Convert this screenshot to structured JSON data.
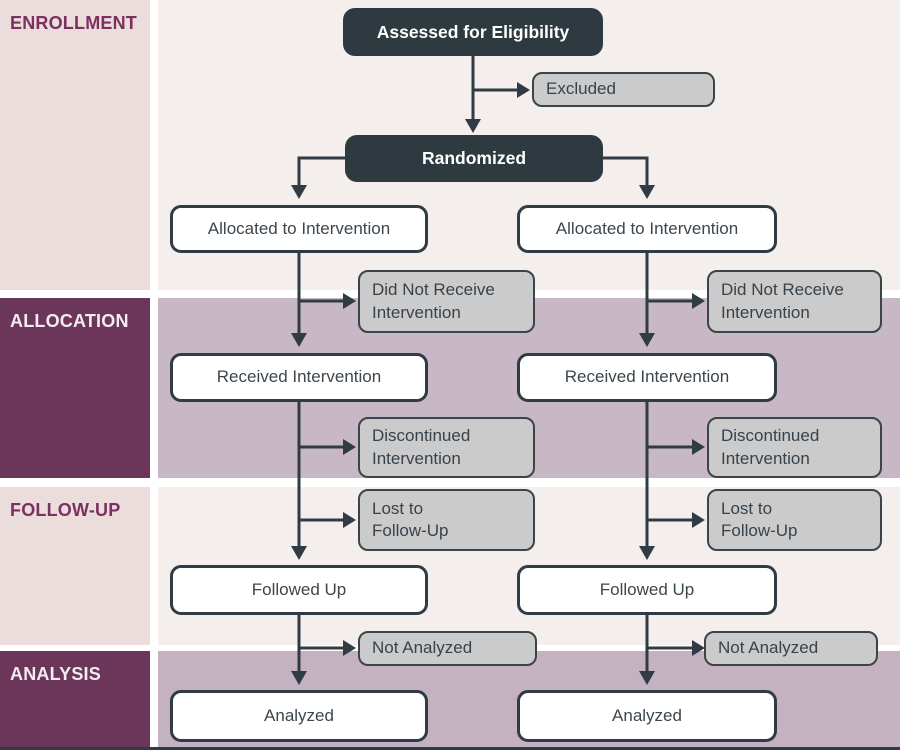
{
  "phases": [
    {
      "label": "ENROLLMENT",
      "tone": "light"
    },
    {
      "label": "ALLOCATION",
      "tone": "dark"
    },
    {
      "label": "FOLLOW-UP",
      "tone": "light"
    },
    {
      "label": "ANALYSIS",
      "tone": "dark"
    }
  ],
  "nodes": {
    "assessed": {
      "label": "Assessed for Eligibility",
      "style": "dark"
    },
    "excluded": {
      "label": "Excluded",
      "style": "gray"
    },
    "randomized": {
      "label": "Randomized",
      "style": "dark"
    },
    "allocated_left": {
      "label": "Allocated to Intervention",
      "style": "outline"
    },
    "allocated_right": {
      "label": "Allocated to Intervention",
      "style": "outline"
    },
    "did_not_receive_left": {
      "label": "Did Not Receive\nIntervention",
      "style": "gray"
    },
    "did_not_receive_right": {
      "label": "Did Not Receive\nIntervention",
      "style": "gray"
    },
    "received_left": {
      "label": "Received Intervention",
      "style": "outline"
    },
    "received_right": {
      "label": "Received Intervention",
      "style": "outline"
    },
    "discontinued_left": {
      "label": "Discontinued\nIntervention",
      "style": "gray"
    },
    "discontinued_right": {
      "label": "Discontinued\nIntervention",
      "style": "gray"
    },
    "lost_left": {
      "label": "Lost to\nFollow-Up",
      "style": "gray"
    },
    "lost_right": {
      "label": "Lost to\nFollow-Up",
      "style": "gray"
    },
    "followed_left": {
      "label": "Followed Up",
      "style": "outline"
    },
    "followed_right": {
      "label": "Followed Up",
      "style": "outline"
    },
    "not_analyzed_left": {
      "label": "Not Analyzed",
      "style": "gray"
    },
    "not_analyzed_right": {
      "label": "Not Analyzed",
      "style": "gray"
    },
    "analyzed_left": {
      "label": "Analyzed",
      "style": "outline"
    },
    "analyzed_right": {
      "label": "Analyzed",
      "style": "outline"
    }
  },
  "edges": [
    {
      "from": "assessed",
      "to": "randomized"
    },
    {
      "from": "assessed",
      "to": "excluded"
    },
    {
      "from": "randomized",
      "to": "allocated_left"
    },
    {
      "from": "randomized",
      "to": "allocated_right"
    },
    {
      "from": "allocated_left",
      "to": "received_left"
    },
    {
      "from": "allocated_left",
      "to": "did_not_receive_left"
    },
    {
      "from": "allocated_right",
      "to": "received_right"
    },
    {
      "from": "allocated_right",
      "to": "did_not_receive_right"
    },
    {
      "from": "received_left",
      "to": "followed_left"
    },
    {
      "from": "received_left",
      "to": "discontinued_left"
    },
    {
      "from": "received_left",
      "to": "lost_left"
    },
    {
      "from": "received_right",
      "to": "followed_right"
    },
    {
      "from": "received_right",
      "to": "discontinued_right"
    },
    {
      "from": "received_right",
      "to": "lost_right"
    },
    {
      "from": "followed_left",
      "to": "analyzed_left"
    },
    {
      "from": "followed_left",
      "to": "not_analyzed_left"
    },
    {
      "from": "followed_right",
      "to": "analyzed_right"
    },
    {
      "from": "followed_right",
      "to": "not_analyzed_right"
    }
  ],
  "colors": {
    "phase_band_dark": "#6b3659",
    "phase_band_light": "#ebdddc",
    "phase_label_on_light": "#7c3060",
    "phase_label_on_dark": "#f3edf1",
    "section_cream": "#f4efec",
    "section_mauve": "#c8b7c4",
    "node_dark_fill": "#2e3a40",
    "node_gray_fill": "#cbcbcb",
    "node_white_fill": "#ffffff",
    "node_border": "#303b43",
    "arrow": "#303b43",
    "node_text": "#38424a"
  }
}
